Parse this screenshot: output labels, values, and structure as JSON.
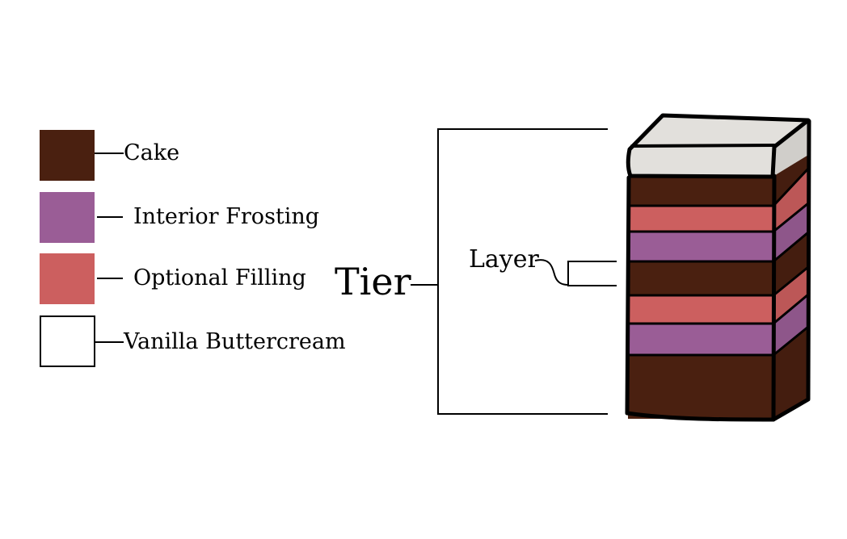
{
  "colors": {
    "cake": "#4a2010",
    "interior_frosting": "#9a5d96",
    "optional_filling": "#cc5f5f",
    "vanilla_buttercream": "#ffffff",
    "top_frosting": "#e2e0dc",
    "outline": "#000000"
  },
  "legend": {
    "items": [
      {
        "label": "Cake",
        "color": "#4a2010"
      },
      {
        "label": "Interior Frosting",
        "color": "#9a5d96"
      },
      {
        "label": "Optional Filling",
        "color": "#cc5f5f"
      },
      {
        "label": "Vanilla Buttercream",
        "color": "#ffffff"
      }
    ]
  },
  "labels": {
    "tier": "Tier",
    "layer": "Layer"
  },
  "cake_layers": [
    "cake",
    "optional_filling",
    "interior_frosting",
    "cake",
    "optional_filling",
    "interior_frosting",
    "cake"
  ]
}
